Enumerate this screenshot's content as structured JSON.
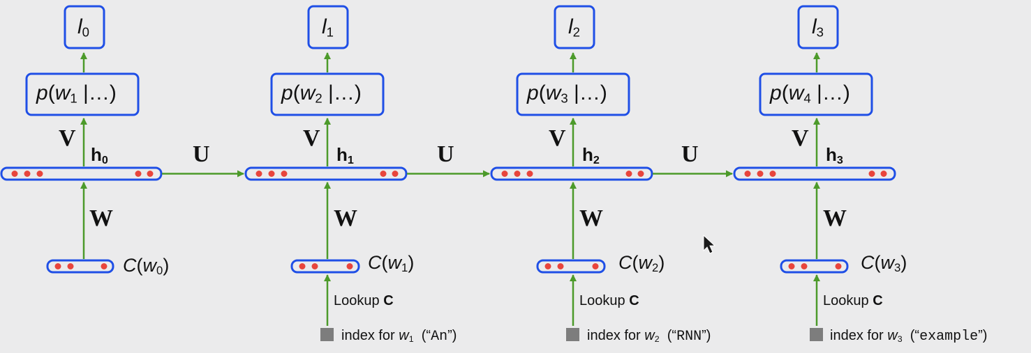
{
  "steps": [
    {
      "out_var": "l",
      "out_sub": "0",
      "prob_var": "w",
      "prob_sub": "1",
      "prob_rest": "|…)",
      "h_var": "h",
      "h_sub": "0",
      "c_var": "w",
      "c_sub": "0",
      "lookup_text": "",
      "lookup_bold": "",
      "index_text": "",
      "index_var": "",
      "index_sub": "",
      "index_word": ""
    },
    {
      "out_var": "l",
      "out_sub": "1",
      "prob_var": "w",
      "prob_sub": "2",
      "prob_rest": "|…)",
      "h_var": "h",
      "h_sub": "1",
      "c_var": "w",
      "c_sub": "1",
      "lookup_text": "Lookup",
      "lookup_bold": "C",
      "index_text": "index for",
      "index_var": "w",
      "index_sub": "1",
      "index_word": "An"
    },
    {
      "out_var": "l",
      "out_sub": "2",
      "prob_var": "w",
      "prob_sub": "3",
      "prob_rest": "|…)",
      "h_var": "h",
      "h_sub": "2",
      "c_var": "w",
      "c_sub": "2",
      "lookup_text": "Lookup",
      "lookup_bold": "C",
      "index_text": "index for",
      "index_var": "w",
      "index_sub": "2",
      "index_word": "RNN"
    },
    {
      "out_var": "l",
      "out_sub": "3",
      "prob_var": "w",
      "prob_sub": "4",
      "prob_rest": "|…)",
      "h_var": "h",
      "h_sub": "3",
      "c_var": "w",
      "c_sub": "3",
      "lookup_text": "Lookup",
      "lookup_bold": "C",
      "index_text": "index for",
      "index_var": "w",
      "index_sub": "3",
      "index_word": "example"
    }
  ],
  "matrices": {
    "V": "V",
    "W": "W",
    "U": "U"
  },
  "prob_prefix": "p",
  "c_prefix": "C",
  "colors": {
    "box_border": "#1f4fe6",
    "arrow": "#4c9a2a",
    "dot": "#e8453c",
    "index_square": "#7d7d7d",
    "background": "#ebebec"
  },
  "icons": [
    "mouse-cursor-icon"
  ]
}
